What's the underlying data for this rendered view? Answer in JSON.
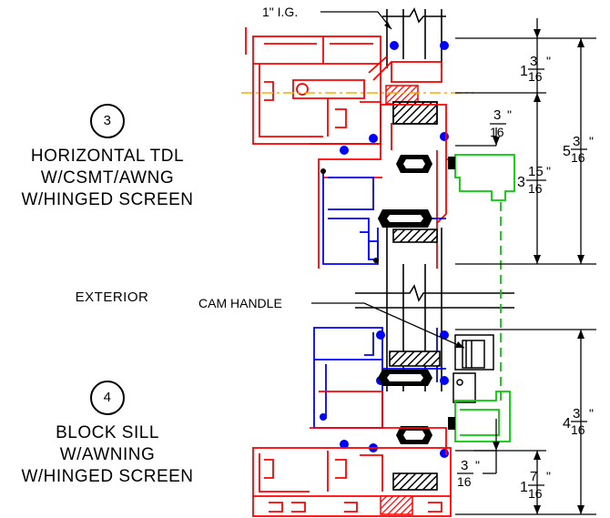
{
  "detail_3": {
    "number": "3",
    "lines": [
      "HORIZONTAL TDL",
      "W/CSMT/AWNG",
      "W/HINGED SCREEN"
    ]
  },
  "detail_4": {
    "number": "4",
    "lines": [
      "BLOCK SILL",
      "W/AWNING",
      "W/HINGED SCREEN"
    ]
  },
  "exterior_label": "EXTERIOR",
  "callouts": {
    "ig": "1\" I.G.",
    "cam_handle": "CAM HANDLE"
  },
  "dimensions": {
    "top_head": {
      "whole": "1",
      "num": "3",
      "den": "16",
      "unit": "\""
    },
    "screen_offset_top": {
      "whole": "",
      "num": "3",
      "den": "16",
      "unit": "\""
    },
    "transom": {
      "whole": "3",
      "num": "15",
      "den": "16",
      "unit": "\""
    },
    "overall_top": {
      "whole": "5",
      "num": "3",
      "den": "16",
      "unit": "\""
    },
    "overall_bottom": {
      "whole": "4",
      "num": "3",
      "den": "16",
      "unit": "\""
    },
    "screen_offset_bottom": {
      "whole": "",
      "num": "3",
      "den": "16",
      "unit": "\""
    },
    "sill": {
      "whole": "1",
      "num": "7",
      "den": "16",
      "unit": "\""
    }
  },
  "colors": {
    "frame": "#ff0000",
    "sash": "#0000ff",
    "screen": "#00cc00",
    "glass": "#000000",
    "centerline": "#ffaa00",
    "ink": "#000000"
  }
}
